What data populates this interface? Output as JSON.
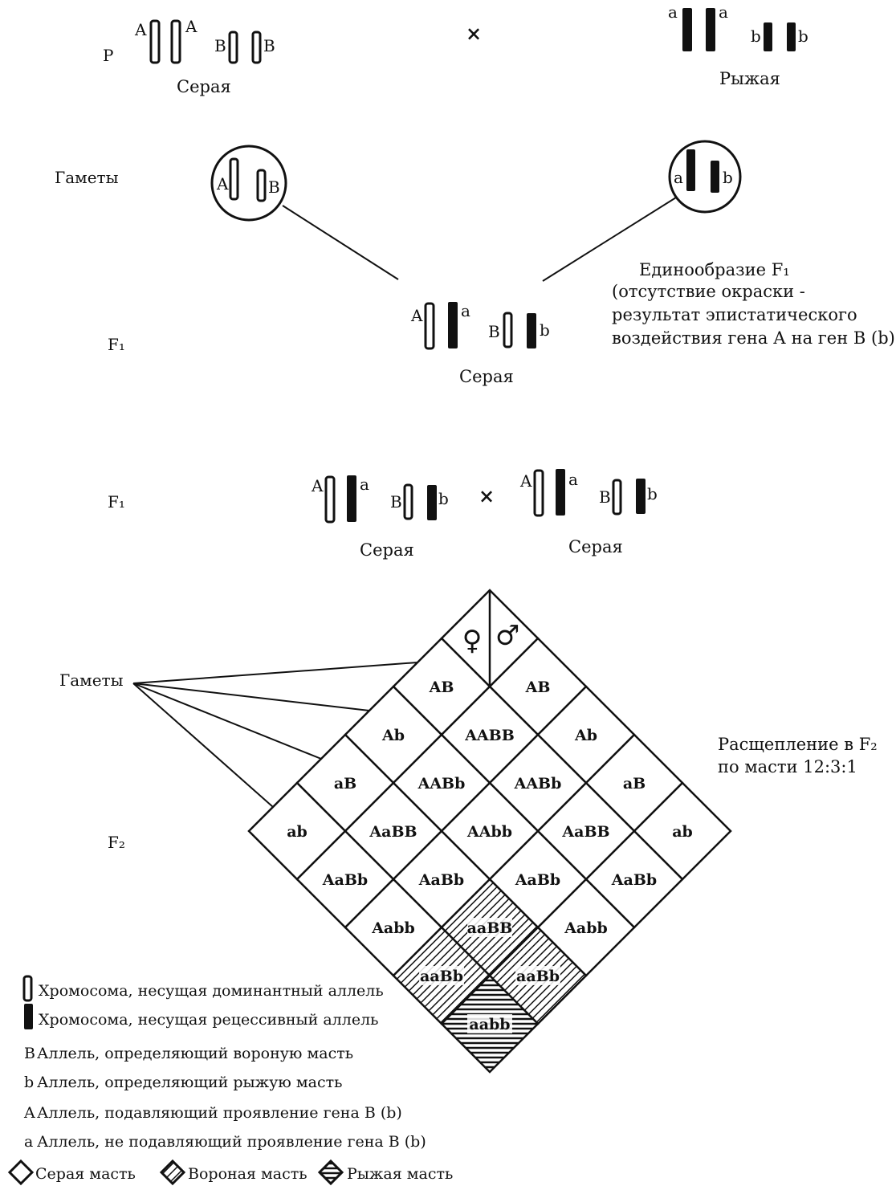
{
  "parents": {
    "label": "P",
    "cross_symbol": "×",
    "left": {
      "alleles": [
        "A",
        "A",
        "B",
        "B"
      ],
      "phenotype": "Серая"
    },
    "right": {
      "alleles": [
        "a",
        "a",
        "b",
        "b"
      ],
      "phenotype": "Рыжая"
    }
  },
  "gametes": {
    "label": "Гаметы",
    "left_alleles": [
      "A",
      "B"
    ],
    "right_alleles": [
      "a",
      "b"
    ]
  },
  "f1": {
    "label": "F₁",
    "alleles": [
      "A",
      "a",
      "B",
      "b"
    ],
    "phenotype": "Серая",
    "uniformity_note": [
      "Единообразие F₁",
      "(отсутствие окраски -",
      "результат эпистатического",
      "воздействия  гена А на ген В (b)"
    ]
  },
  "f1_cross": {
    "label": "F₁",
    "cross_symbol": "×",
    "left": {
      "alleles": [
        "A",
        "a",
        "B",
        "b"
      ],
      "phenotype": "Серая"
    },
    "right": {
      "alleles": [
        "A",
        "a",
        "B",
        "b"
      ],
      "phenotype": "Серая"
    }
  },
  "punnett": {
    "gametes_label": "Гаметы",
    "generation_label": "F₂",
    "female_symbol": "♀",
    "male_symbol": "♂",
    "gametes_female": [
      "AB",
      "Ab",
      "aB",
      "ab"
    ],
    "gametes_male": [
      "AB",
      "Ab",
      "aB",
      "ab"
    ],
    "cells": [
      [
        "AABB",
        "AABb",
        "AaBB",
        "AaBb"
      ],
      [
        "AABb",
        "AAbb",
        "AaBb",
        "Aabb"
      ],
      [
        "AaBB",
        "AaBb",
        "aaBB",
        "aaBb"
      ],
      [
        "AaBb",
        "Aabb",
        "aaBb",
        "aabb"
      ]
    ],
    "cell_phenotypes": [
      [
        "grey",
        "grey",
        "grey",
        "grey"
      ],
      [
        "grey",
        "grey",
        "grey",
        "grey"
      ],
      [
        "grey",
        "grey",
        "black",
        "black"
      ],
      [
        "grey",
        "grey",
        "black",
        "red"
      ]
    ],
    "segregation_note": [
      "Расщепление в F₂",
      "по масти 12:3:1"
    ]
  },
  "legend": {
    "dominant_chromosome": "Хромосома, несущая доминантный аллель",
    "recessive_chromosome": "Хромосома, несущая рецессивный аллель",
    "alleles": [
      {
        "symbol": "B",
        "text": "Аллель, определяющий вороную масть"
      },
      {
        "symbol": "b",
        "text": "Аллель, определяющий рыжую масть"
      },
      {
        "symbol": "A",
        "text": "Аллель, подавляющий проявление гена В (b)"
      },
      {
        "symbol": "a",
        "text": "Аллель, не подавляющий проявление гена В (b)"
      }
    ],
    "coat_colors": [
      {
        "key": "grey",
        "label": "Серая масть",
        "icon": "diamond-empty-icon"
      },
      {
        "key": "black",
        "label": "Вороная масть",
        "icon": "diamond-diagonal-hatch-icon"
      },
      {
        "key": "red",
        "label": "Рыжая масть",
        "icon": "diamond-horizontal-hatch-icon"
      }
    ]
  }
}
